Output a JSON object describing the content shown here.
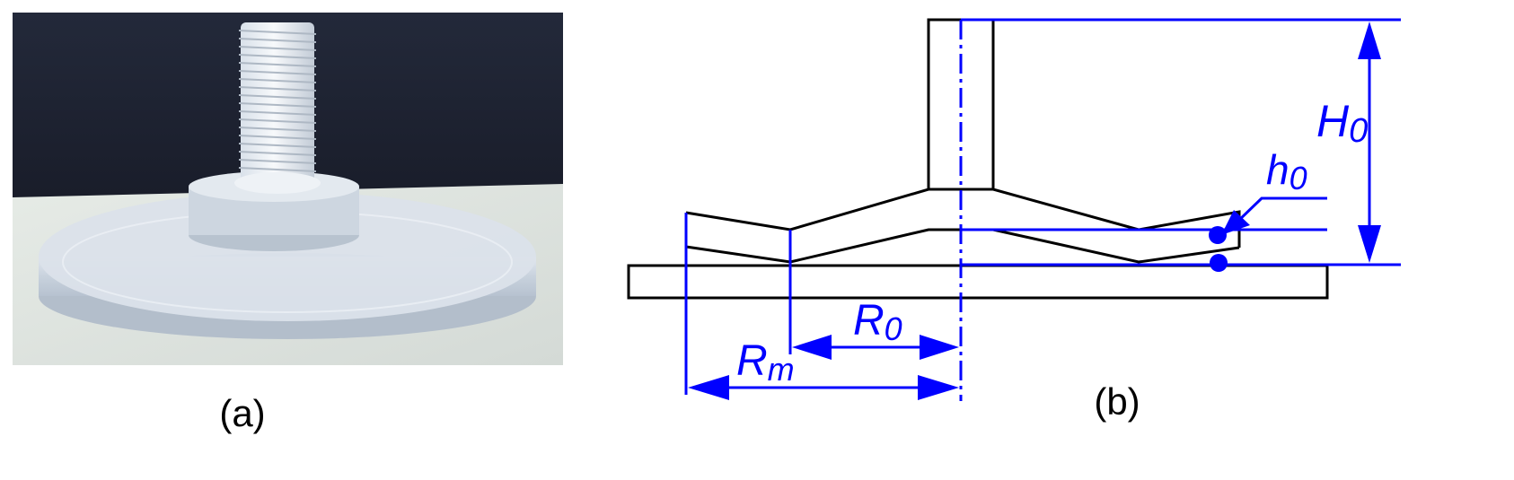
{
  "panels": {
    "a": {
      "caption": "(a)"
    },
    "b": {
      "caption": "(b)"
    }
  },
  "dimensions": {
    "H0": {
      "symbol": "H",
      "subscript": "0"
    },
    "h0": {
      "symbol": "h",
      "subscript": "0"
    },
    "R0": {
      "symbol": "R",
      "subscript": "0"
    },
    "Rm": {
      "symbol": "R",
      "subscript": "m"
    }
  },
  "colors": {
    "dimension": "#0000ff",
    "outline": "#000000",
    "photo_background": "#1a1d2b",
    "photo_table": "#e9ecea",
    "part": "#cfd8e2"
  }
}
